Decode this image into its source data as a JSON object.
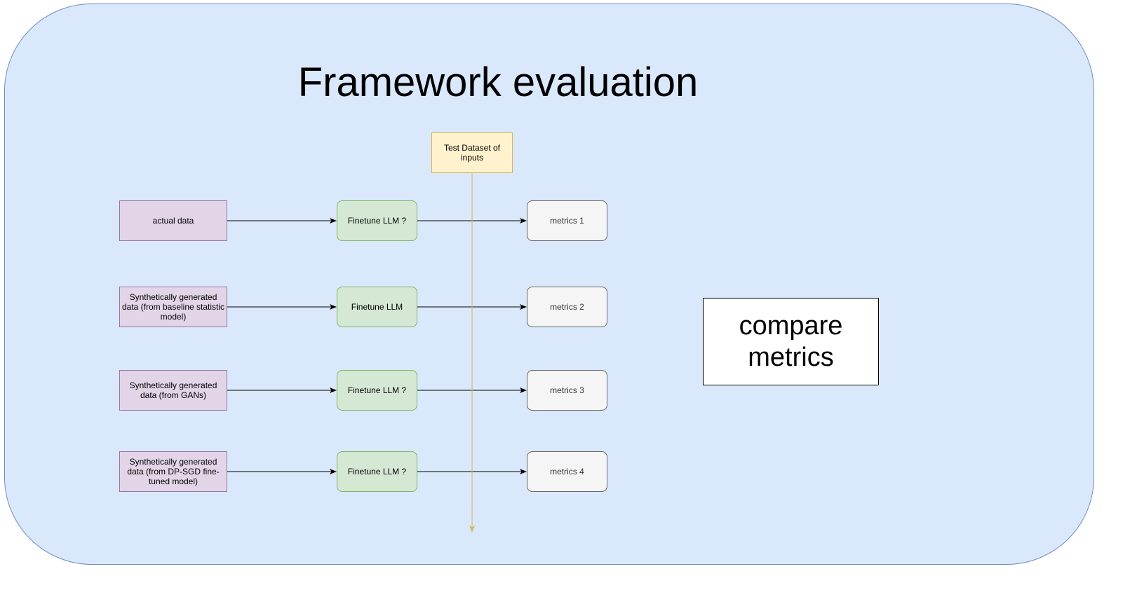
{
  "title": "Framework evaluation",
  "dataset": {
    "label": "Test Dataset of inputs"
  },
  "rows": [
    {
      "source": "actual data",
      "model": "Finetune LLM ?",
      "metric": "metrics 1"
    },
    {
      "source": "Synthetically generated data (from baseline statistic model)",
      "model": "Finetune LLM",
      "metric": "metrics 2"
    },
    {
      "source": "Synthetically generated data (from GANs)",
      "model": "Finetune LLM ?",
      "metric": "metrics 3"
    },
    {
      "source": "Synthetically generated data (from DP-SGD fine-tuned model)",
      "model": "Finetune LLM ?",
      "metric": "metrics 4"
    }
  ],
  "compare": {
    "label": "compare metrics"
  },
  "colors": {
    "container_fill": "#dae8fc",
    "container_stroke": "#6c8ebf",
    "source_fill": "#e1d5e7",
    "source_stroke": "#9673a6",
    "llm_fill": "#d5e8d4",
    "llm_stroke": "#82b366",
    "metric_fill": "#f5f5f5",
    "metric_stroke": "#666666",
    "dataset_fill": "#fff2cc",
    "dataset_stroke": "#d6b656"
  }
}
